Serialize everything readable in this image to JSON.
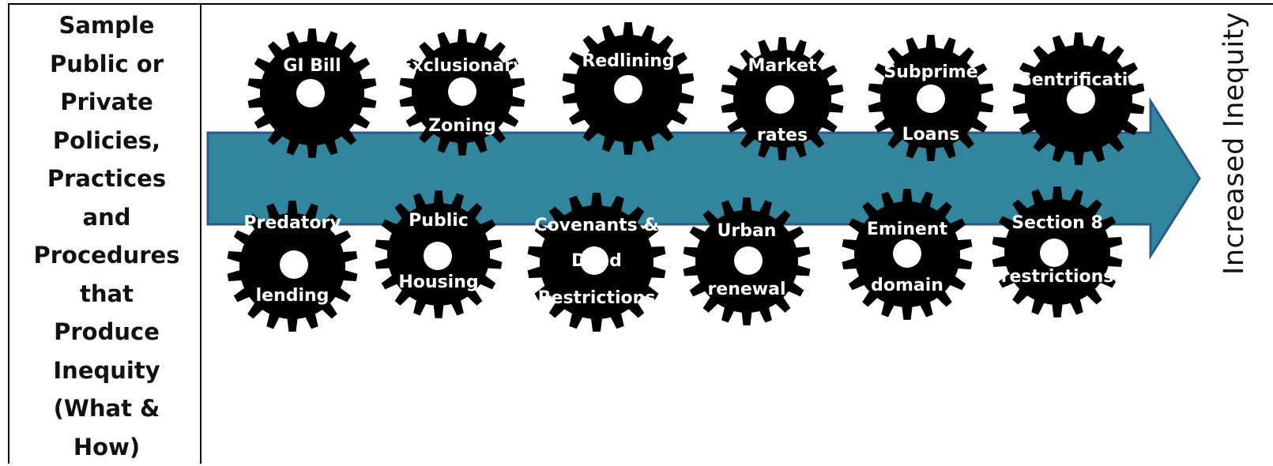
{
  "left_label_lines": [
    "Sample",
    "Public or",
    "Private",
    "Policies,",
    "Practices",
    "and",
    "Procedures",
    "that",
    "Produce",
    "Inequity",
    "(What &",
    "How)"
  ],
  "right_label": "Increased Inequity",
  "colors": {
    "arrow": "#31859c",
    "arrow_border": "#2a5a8c",
    "gear": "#000000",
    "gear_text": "#ffffff"
  },
  "gears": [
    {
      "name": "gi-bill",
      "lines": [
        "GI Bill"
      ]
    },
    {
      "name": "exclusionary-zoning",
      "lines": [
        "Exclusionary",
        "Zoning"
      ]
    },
    {
      "name": "redlining",
      "lines": [
        "Redlining"
      ]
    },
    {
      "name": "market-rates",
      "lines": [
        "Market",
        "rates"
      ]
    },
    {
      "name": "subprime-loans",
      "lines": [
        "Subprime",
        "Loans"
      ]
    },
    {
      "name": "gentrification",
      "lines": [
        "Gentrificatio"
      ]
    },
    {
      "name": "predatory-lending",
      "lines": [
        "Predatory",
        "lending"
      ]
    },
    {
      "name": "public-housing",
      "lines": [
        "Public",
        "Housing"
      ]
    },
    {
      "name": "covenants-deed-restrictions",
      "lines": [
        "Covenants &",
        "Deed",
        "Restrictions"
      ]
    },
    {
      "name": "urban-renewal",
      "lines": [
        "Urban",
        "renewal"
      ]
    },
    {
      "name": "eminent-domain",
      "lines": [
        "Eminent",
        "domain"
      ]
    },
    {
      "name": "section-8-restrictions",
      "lines": [
        "Section 8",
        "restrictions"
      ]
    }
  ]
}
